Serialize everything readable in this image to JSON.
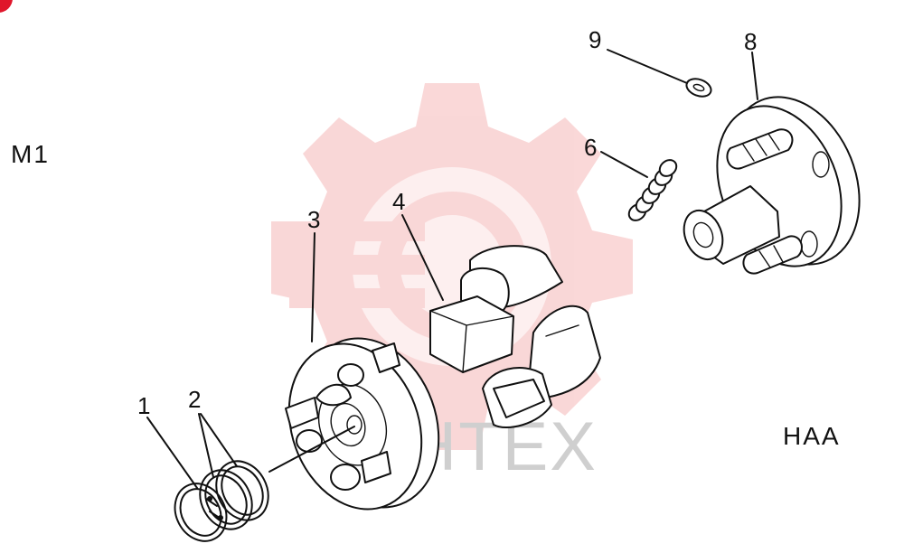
{
  "diagram": {
    "section_code": "M1",
    "group_code": "HAA",
    "watermark_text": "MHTEX",
    "callouts": [
      "1",
      "2",
      "3",
      "4",
      "6",
      "8",
      "9"
    ]
  },
  "colors": {
    "line": "#111111",
    "watermark_gear": "#f5b8b8",
    "corner_badge": "#e0162b"
  }
}
